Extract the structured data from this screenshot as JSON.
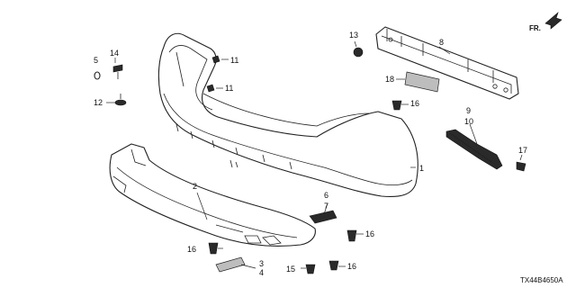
{
  "diagram": {
    "code": "TX44B4650A",
    "direction_label": "FR.",
    "callouts": {
      "c1": "1",
      "c2": "2",
      "c3": "3",
      "c4": "4",
      "c5": "5",
      "c6": "6",
      "c7": "7",
      "c8": "8",
      "c9": "9",
      "c10": "10",
      "c11a": "11",
      "c11b": "11",
      "c12": "12",
      "c13": "13",
      "c14": "14",
      "c15": "15",
      "c16a": "16",
      "c16b": "16",
      "c16c": "16",
      "c16d": "16",
      "c17": "17",
      "c18": "18"
    }
  }
}
